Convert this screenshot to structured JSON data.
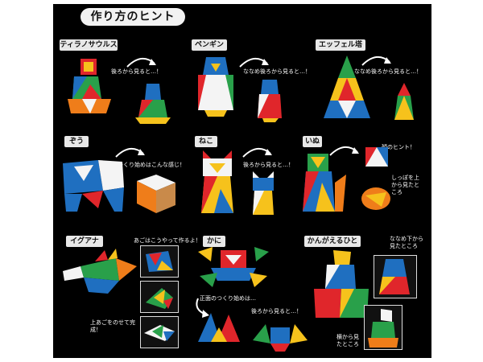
{
  "page": {
    "title": "作り方のヒント"
  },
  "sections": [
    {
      "id": "tyrannosaurus",
      "label": "ティラノサウルス",
      "note": "後ろから見ると…！"
    },
    {
      "id": "penguin",
      "label": "ペンギン",
      "note": "ななめ後ろから見ると…！"
    },
    {
      "id": "eiffel",
      "label": "エッフェル塔",
      "note": "ななめ後ろから見ると…！"
    },
    {
      "id": "elephant",
      "label": "ぞう",
      "note": "つくり始めはこんな感じ！"
    },
    {
      "id": "cat",
      "label": "ねこ",
      "note": "後ろから見ると…！"
    },
    {
      "id": "dog",
      "label": "いぬ",
      "note": "顔のヒント！",
      "note2": "しっぽを上から見たところ"
    },
    {
      "id": "iguana",
      "label": "イグアナ",
      "note": "あごはこうやって作るよ！",
      "note2": "上あごをのせて完成！"
    },
    {
      "id": "crab",
      "label": "かに",
      "note": "正面のつくり始めは…",
      "note2": "後ろから見ると…！"
    },
    {
      "id": "thinker",
      "label": "かんがえるひと",
      "note": "ななめ下から見たところ",
      "note2": "横から見たところ"
    }
  ],
  "colors": {
    "red": "#e0262b",
    "yellow": "#f6c21c",
    "blue": "#1f6fc0",
    "green": "#29a04a",
    "white": "#f4f4f4",
    "orange": "#ef7d1a"
  }
}
